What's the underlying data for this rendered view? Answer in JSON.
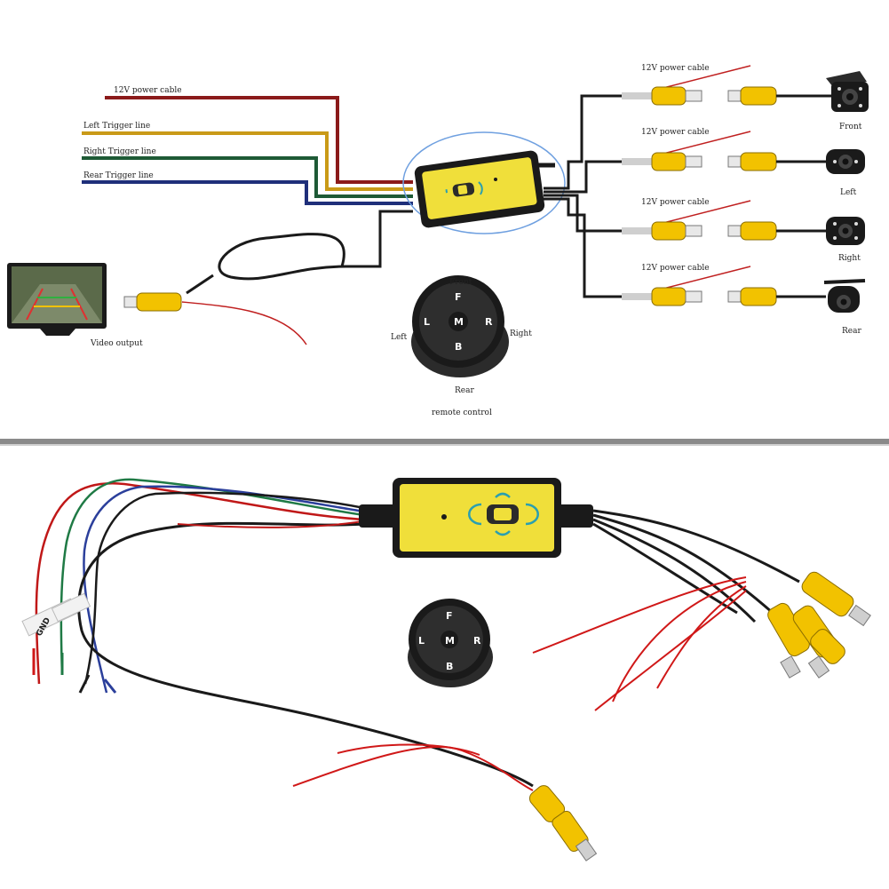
{
  "diagram": {
    "inputs": [
      {
        "label": "12V power cable",
        "color": "#b22222"
      },
      {
        "label": "Left Trigger line",
        "color": "#d4a017"
      },
      {
        "label": "Right Trigger line",
        "color": "#1e6b3a"
      },
      {
        "label": "Rear Trigger line",
        "color": "#1f3a8a"
      }
    ],
    "monitor": {
      "label": "Video output"
    },
    "remote": {
      "caption": "remote control",
      "positions": {
        "front": "Front",
        "left": "Left",
        "right": "Right",
        "rear": "Rear"
      },
      "buttons": {
        "up": "F",
        "left": "L",
        "center": "M",
        "right": "R",
        "down": "B"
      }
    },
    "cameras": [
      {
        "power_label": "12V power cable",
        "name": "Front"
      },
      {
        "power_label": "12V power cable",
        "name": "Left"
      },
      {
        "power_label": "12V power cable",
        "name": "Right"
      },
      {
        "power_label": "12V power cable",
        "name": "Rear"
      }
    ]
  },
  "photo": {
    "remote_buttons": {
      "up": "F",
      "left": "L",
      "center": "M",
      "right": "R",
      "down": "B"
    },
    "tag_text": "GND"
  },
  "colors": {
    "rca_yellow": "#f2c200",
    "box_yellow": "#f0df3a",
    "wire_red": "#d01818",
    "wire_green": "#1f7a45",
    "wire_blue": "#2b3f9b",
    "wire_black": "#1a1a1a",
    "highlight": "#6fa0e0"
  }
}
